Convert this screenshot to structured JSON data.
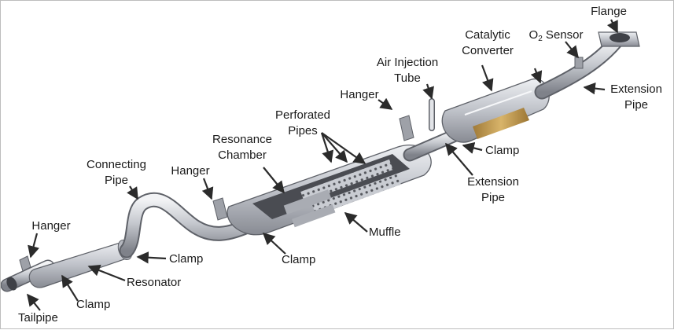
{
  "labels": {
    "flange": "Flange",
    "o2_sensor_prefix": "O",
    "o2_sensor_sub": "2",
    "o2_sensor_suffix": " Sensor",
    "catalytic_converter_1": "Catalytic",
    "catalytic_converter_2": "Converter",
    "air_injection_tube_1": "Air Injection",
    "air_injection_tube_2": "Tube",
    "extension_pipe_top_1": "Extension",
    "extension_pipe_top_2": "Pipe",
    "hanger_top": "Hanger",
    "perforated_pipes_1": "Perforated",
    "perforated_pipes_2": "Pipes",
    "resonance_chamber_1": "Resonance",
    "resonance_chamber_2": "Chamber",
    "clamp_right": "Clamp",
    "connecting_pipe_1": "Connecting",
    "connecting_pipe_2": "Pipe",
    "hanger_middle": "Hanger",
    "extension_pipe_mid_1": "Extension",
    "extension_pipe_mid_2": "Pipe",
    "muffle": "Muffle",
    "hanger_left": "Hanger",
    "clamp_resonator": "Clamp",
    "clamp_muffler": "Clamp",
    "resonator": "Resonator",
    "clamp_tailpipe": "Clamp",
    "tailpipe": "Tailpipe"
  },
  "colors": {
    "metal_light": "#e6e8ec",
    "metal_mid": "#b9bcc3",
    "metal_dark": "#7d8088",
    "outline": "#5e6168",
    "cutaway_dark": "#4a4c52",
    "catalyst_core": "#c8a25a",
    "leader": "#2b2b2b"
  }
}
